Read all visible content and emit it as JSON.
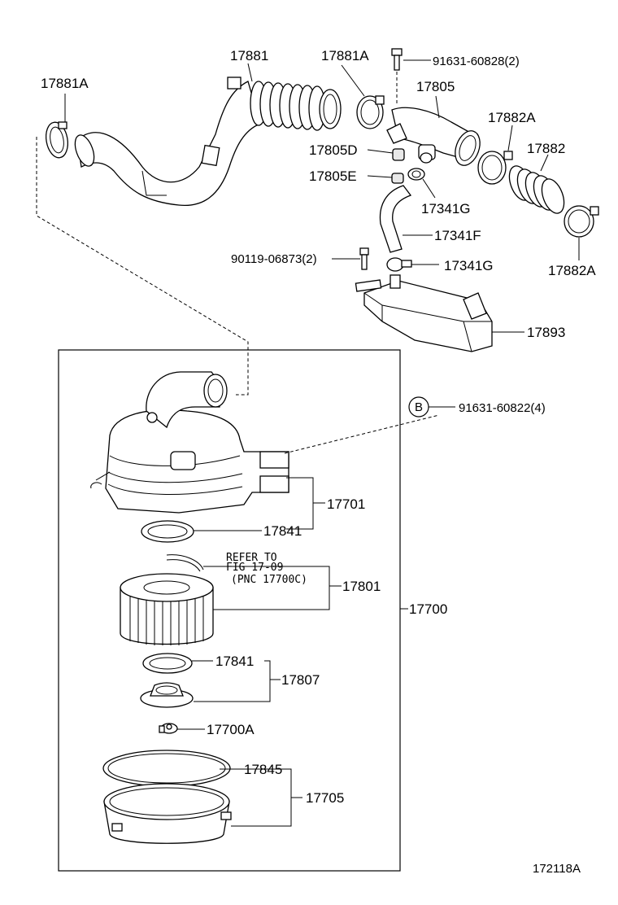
{
  "labels": {
    "p17881A_left": "17881A",
    "p17881": "17881",
    "p17881A_top": "17881A",
    "p91631_60828": "91631-60828(2)",
    "p17805": "17805",
    "p17882A_top": "17882A",
    "p17805D": "17805D",
    "p17882": "17882",
    "p17805E": "17805E",
    "p17341G_a": "17341G",
    "p17341F": "17341F",
    "p90119": "90119-06873(2)",
    "p17341G_b": "17341G",
    "p17882A_bot": "17882A",
    "p17893": "17893",
    "b_marker": "B",
    "p91631_60822": "91631-60822(4)",
    "p17701": "17701",
    "p17841_a": "17841",
    "refer_line1": "REFER TO",
    "refer_line2": "FIG 17-09",
    "refer_line3": "(PNC 17700C)",
    "p17801": "17801",
    "p17700": "17700",
    "p17841_b": "17841",
    "p17807": "17807",
    "p17700A": "17700A",
    "p17845": "17845",
    "p17705": "17705",
    "fig_code": "172118A"
  }
}
